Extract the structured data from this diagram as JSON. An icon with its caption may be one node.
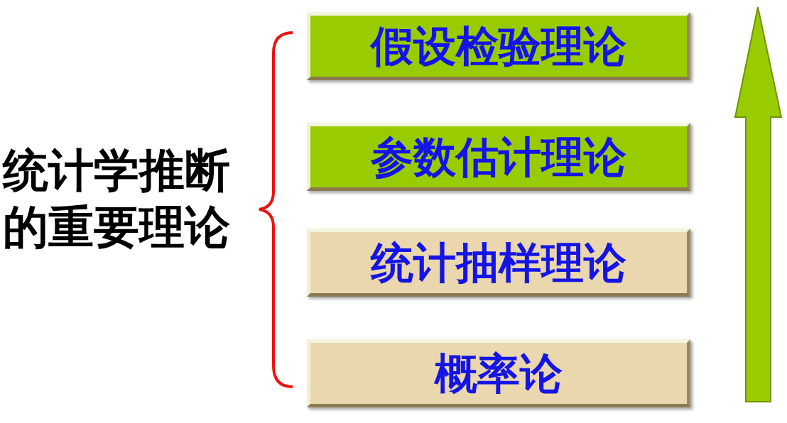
{
  "diagram": {
    "nodes": [
      {
        "text": [
          "假设检验理论"
        ]
      },
      {
        "text": [
          "参数估计理论"
        ]
      },
      {
        "text": [
          "统计抽样理论"
        ]
      },
      {
        "text": [
          "概率论"
        ]
      }
    ],
    "edges": [],
    "labels": [
      "统计学推断的重要理论"
    ]
  }
}
